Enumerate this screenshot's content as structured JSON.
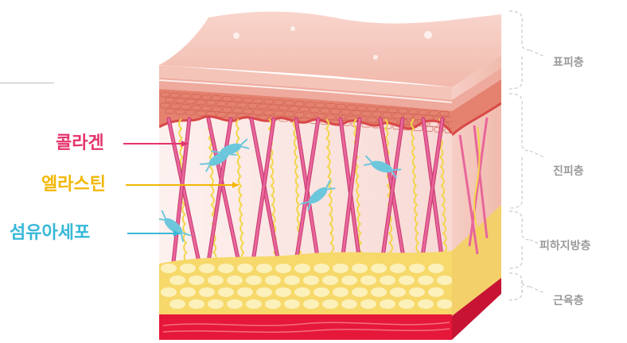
{
  "pointer_labels": [
    {
      "id": "collagen",
      "text": "콜라겐",
      "color": "#e5336a"
    },
    {
      "id": "elastin",
      "text": "엘라스틴",
      "color": "#f2b705"
    },
    {
      "id": "fibroblast",
      "text": "섬유아세포",
      "color": "#37b8d8"
    }
  ],
  "layer_labels": [
    {
      "id": "epidermis",
      "text": "표피층"
    },
    {
      "id": "dermis",
      "text": "진피층"
    },
    {
      "id": "hypodermis",
      "text": "피하지방층"
    },
    {
      "id": "muscle",
      "text": "근육층"
    }
  ],
  "colors": {
    "epidermis_top": "#f4c1b6",
    "epidermis_band": "#eea99c",
    "cell_layer": "#e4786a",
    "basement_line": "#d94848",
    "dermis_bg": "#fbe9e6",
    "collagen": "#e8669b",
    "elastin": "#f3d64a",
    "fibroblast": "#6cc7dc",
    "fat": "#f7df74",
    "fat_blob": "#fdf3c4",
    "muscle": "#e5183a",
    "bracket": "#c9c9c9"
  }
}
